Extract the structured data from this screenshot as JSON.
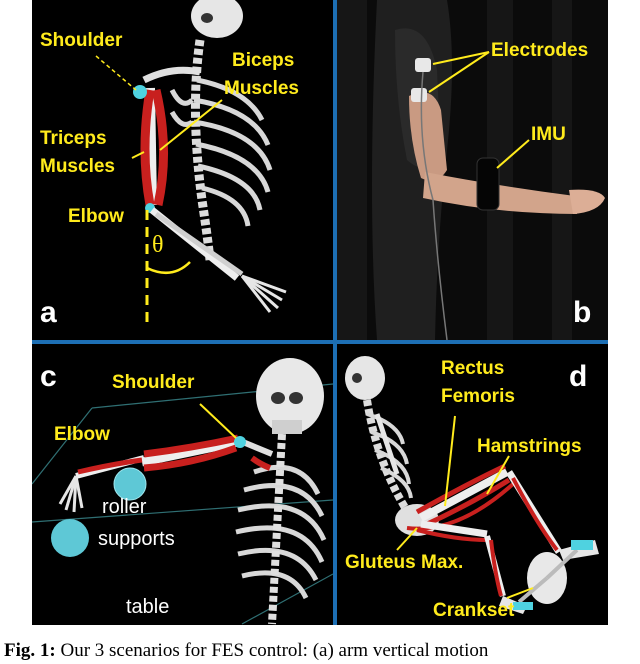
{
  "panels": {
    "a": {
      "letter": "a",
      "labels": {
        "shoulder": "Shoulder",
        "biceps_line1": "Biceps",
        "biceps_line2": "Muscles",
        "triceps_line1": "Triceps",
        "triceps_line2": "Muscles",
        "elbow": "Elbow",
        "angle": "θ"
      }
    },
    "b": {
      "letter": "b",
      "labels": {
        "electrodes": "Electrodes",
        "imu": "IMU"
      }
    },
    "c": {
      "letter": "c",
      "labels": {
        "shoulder": "Shoulder",
        "elbow": "Elbow",
        "roller": "roller",
        "supports": "supports",
        "table": "table"
      }
    },
    "d": {
      "letter": "d",
      "labels": {
        "rectus_line1": "Rectus",
        "rectus_line2": "Femoris",
        "hamstrings": "Hamstrings",
        "gluteus": "Gluteus Max.",
        "crankset": "Crankset"
      }
    }
  },
  "caption": {
    "prefix": "Fig. 1:",
    "text": "Our 3 scenarios for FES control: (a) arm vertical motion"
  },
  "colors": {
    "label_yellow": "#ffeb1c",
    "border_blue": "#1d6fb4",
    "muscle_red": "#c8201e",
    "joint_cyan": "#4fd2e0"
  }
}
